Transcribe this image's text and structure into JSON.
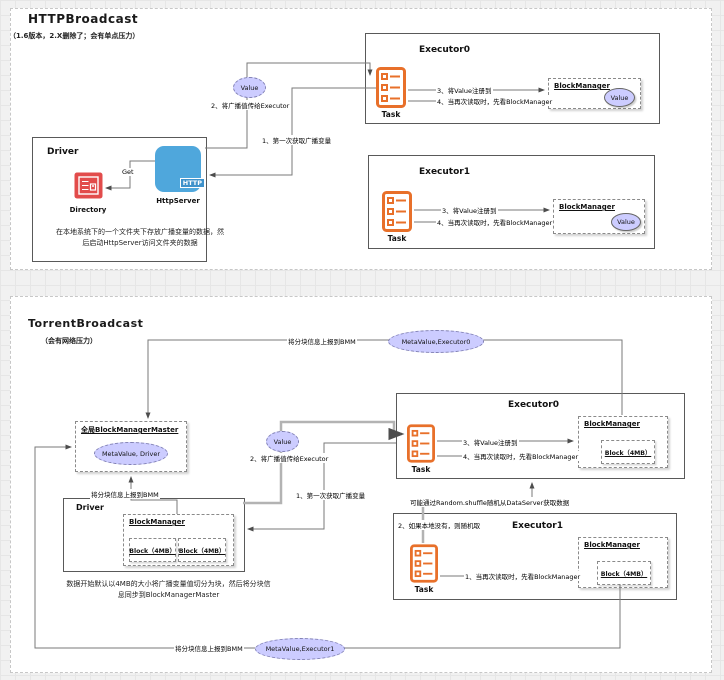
{
  "page1": {
    "title": "HTTPBroadcast",
    "subtitle": "（1.6版本，2.X删除了；会有单点压力）",
    "labels": {
      "value": "Value",
      "step1": "1、第一次获取广播变量",
      "step2": "2、将广播值传给Executor",
      "get": "Get"
    },
    "driver": {
      "title": "Driver",
      "http_server": "HttpServer",
      "http_badge": "HTTP",
      "directory": "Directory",
      "caption": "在本地系统下的一个文件夹下存放广播变量的数据，然后启动HttpServer访问文件夹的数据"
    },
    "executor0": {
      "title": "Executor0",
      "task": "Task",
      "step3": "3、将Value注册到",
      "step4": "4、当再次读取时，先看BlockManager",
      "block_manager": "BlockManager",
      "value": "Value"
    },
    "executor1": {
      "title": "Executor1",
      "task": "Task",
      "step3": "3、将Value注册到",
      "step4": "4、当再次读取时，先看BlockManager",
      "block_manager": "BlockManager",
      "value": "Value"
    }
  },
  "page2": {
    "title": "TorrentBroadcast",
    "subtitle": "（会有网络压力）",
    "bmm": {
      "title": "全局BlockManagerMaster",
      "meta": "MetaValue, Driver"
    },
    "labels": {
      "report_top": "将分块信息上报到BMM",
      "meta_executor0": "MetaValue,Executor0",
      "report_driver": "将分块信息上报到BMM",
      "report_bottom": "将分块信息上报到BMM",
      "meta_executor1": "MetaValue,Executor1",
      "value": "Value",
      "step1": "1、第一次获取广播变量",
      "step2": "2、将广播值传给Executor",
      "random_note": "可能通过Random.shuffle随机从DataServer获取数据"
    },
    "driver": {
      "title": "Driver",
      "block_manager": "BlockManager",
      "block1": "Block（4MB）",
      "block2": "Block（4MB）",
      "caption": "数据开始默认以4MB的大小将广播变量值切分为块，然后将分块信息同步到BlockManagerMaster"
    },
    "executor0": {
      "title": "Executor0",
      "task": "Task",
      "step3": "3、将Value注册到",
      "step4": "4、当再次读取时，先看BlockManager",
      "block_manager": "BlockManager",
      "block": "Block（4MB）"
    },
    "executor1": {
      "title": "Executor1",
      "task": "Task",
      "note": "2、如果本地没有，则随机取",
      "step1": "1、当再次读取时，先看BlockManager",
      "block_manager": "BlockManager",
      "block": "Block（4MB）"
    }
  },
  "colors": {
    "task_orange": "#E8702A",
    "http_blue": "#4FA7DC",
    "directory_red": "#E24C4B",
    "ellipse_purple": "#CCCCFF"
  }
}
